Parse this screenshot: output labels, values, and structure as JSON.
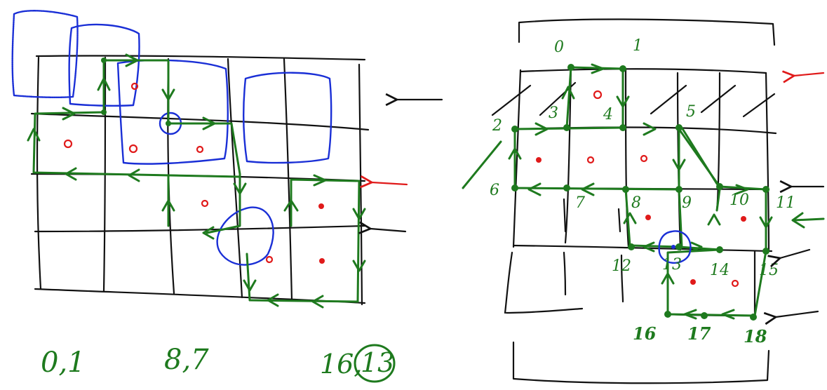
{
  "colors": {
    "grid": "#111111",
    "path": "#1e7a1e",
    "window": "#1a2fd6",
    "dot": "#e01a1a"
  },
  "left_panel": {
    "notes": [
      {
        "text": "0,1",
        "icon": "handwritten-note"
      },
      {
        "text": "8,7",
        "icon": "handwritten-note"
      },
      {
        "text": "16,",
        "icon": "handwritten-note"
      },
      {
        "text": "13",
        "icon": "handwritten-note"
      }
    ]
  },
  "right_panel": {
    "vertex_labels": [
      "0",
      "1",
      "2",
      "3",
      "4",
      "5",
      "6",
      "7",
      "8",
      "9",
      "10",
      "11",
      "12",
      "13",
      "14",
      "15",
      "16",
      "17",
      "18"
    ]
  }
}
